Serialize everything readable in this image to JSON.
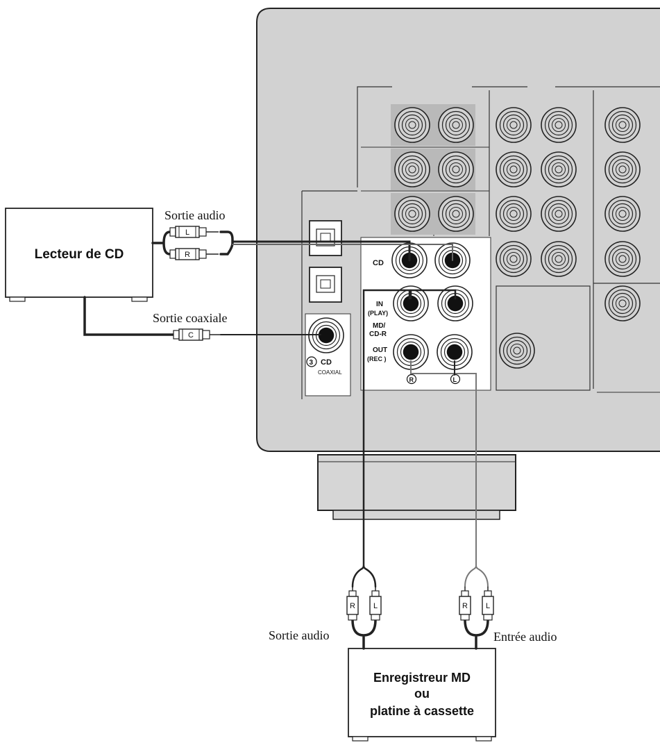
{
  "devices": {
    "cd_player": {
      "name": "Lecteur de CD"
    },
    "recorder": {
      "name_line1": "Enregistreur MD",
      "name_line2": "ou",
      "name_line3": "platine à cassette"
    }
  },
  "labels": {
    "cd_audio_out": "Sortie audio",
    "cd_coaxial_out": "Sortie coaxiale",
    "recorder_audio_out": "Sortie audio",
    "recorder_audio_in": "Entrée audio"
  },
  "panel": {
    "cd": "CD",
    "in": "IN",
    "play": "(PLAY)",
    "md": "MD/",
    "cdr": "CD-R",
    "out": "OUT",
    "rec": "(REC )",
    "coax_num": "3",
    "coax_cd": "CD",
    "coaxial": "COAXIAL",
    "r_mark": "R",
    "l_mark": "L"
  },
  "plugs": {
    "l": "L",
    "r": "R",
    "c": "C"
  },
  "colors": {
    "panel_fill": "#d2d2d2",
    "panel_dark": "#b8b8b8",
    "line": "#222222",
    "white": "#ffffff"
  }
}
